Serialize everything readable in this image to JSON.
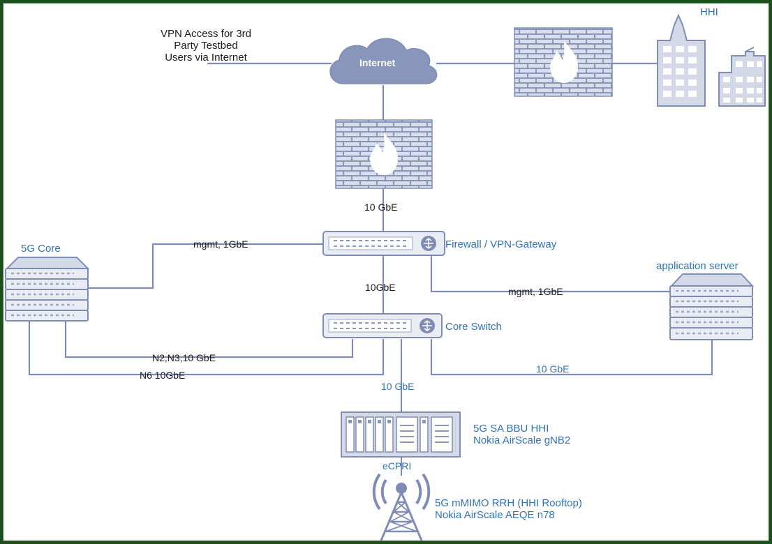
{
  "labels": {
    "vpn_access": "VPN Access for 3rd\nParty Testbed\nUsers via Internet",
    "internet": "Internet",
    "hhi": "HHI",
    "link_fw_gw": "10 GbE",
    "firewall_gateway": "Firewall / VPN-Gateway",
    "mgmt_left": "mgmt, 1GbE",
    "core_5g": "5G Core",
    "link_gw_switch": "10GbE",
    "application_server": "application server",
    "mgmt_right": "mgmt, 1GbE",
    "core_switch": "Core Switch",
    "n2n3": "N2,N3,10 GbE",
    "n6": "N6 10GbE",
    "link_switch_app": "10 GbE",
    "link_switch_bbu": "10 GbE",
    "bbu": "5G SA BBU HHI\nNokia AirScale gNB2",
    "ecpri": "eCPRI",
    "rrh": "5G mMIMO RRH (HHI Rooftop)\nNokia AirScale AEQE n78"
  },
  "colors": {
    "line": "#7f8db4",
    "device_fill": "#e9ecf3",
    "device_stroke": "#7f8db4",
    "brick": "#7f8db4",
    "label_blue": "#3173b8",
    "label_dark": "#1b1b1b",
    "frame": "#1e4d1e"
  },
  "icons": [
    "cloud-icon",
    "firewall-icon",
    "building-icon",
    "router-icon",
    "server-icon",
    "bbu-rack-icon",
    "antenna-tower-icon"
  ]
}
